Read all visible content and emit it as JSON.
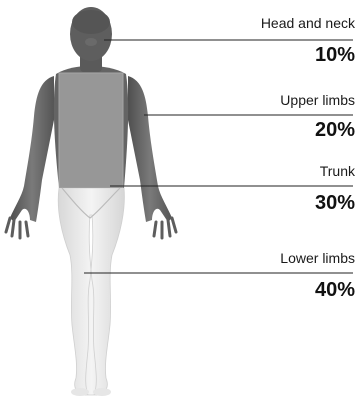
{
  "regions": [
    {
      "label": "Head and neck",
      "percent": "10%"
    },
    {
      "label": "Upper limbs",
      "percent": "20%"
    },
    {
      "label": "Trunk",
      "percent": "30%"
    },
    {
      "label": "Lower limbs",
      "percent": "40%"
    }
  ],
  "colors": {
    "upper_body_dark": "#6b6b6b",
    "lower_body_light": "#eaeaea",
    "trunk_overlay": "#bdbdbd",
    "leader_line": "#222222",
    "text": "#111111"
  }
}
